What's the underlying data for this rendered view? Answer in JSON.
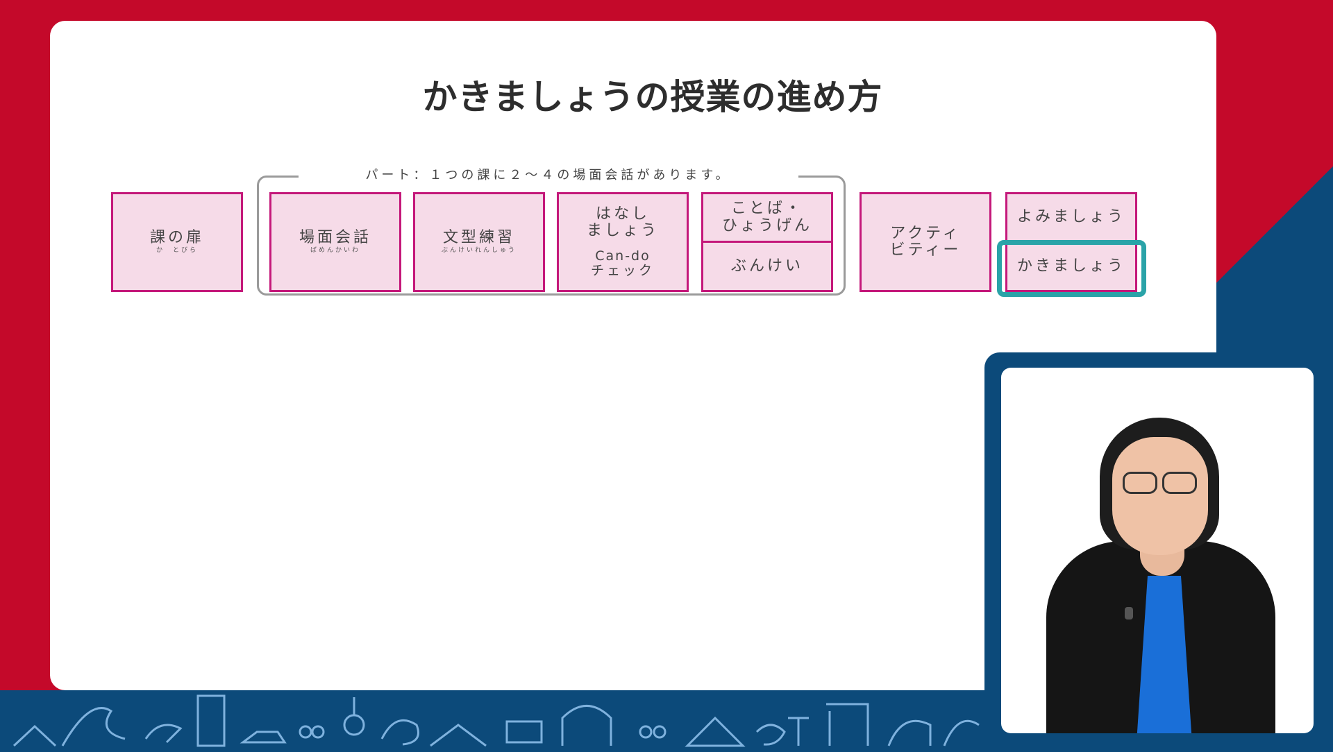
{
  "slide": {
    "title": "かきましょうの授業の進め方"
  },
  "diagram": {
    "bracket_label": "パート：１つの課に２〜４の場面会話があります。",
    "boxes": {
      "ka_no_tobira": {
        "label": "課の扉",
        "ruby": "か　とびら"
      },
      "bamen_kaiwa": {
        "label": "場面会話",
        "ruby": "ばめんかいわ"
      },
      "bunkei_renshuu": {
        "label": "文型練習",
        "ruby": "ぶんけいれんしゅう"
      },
      "hanashimashou": {
        "line1": "はなし",
        "line2": "ましょう",
        "line3": "Can-do",
        "line4": "チェック"
      },
      "kotoba": {
        "line1": "ことば・",
        "line2": "ひょうげん"
      },
      "bunkei": {
        "label": "ぶんけい"
      },
      "activity": {
        "line1": "アクティ",
        "line2": "ビティー"
      },
      "yomimashou": {
        "label": "よみましょう"
      },
      "kakimashou": {
        "label": "かきましょう"
      }
    }
  },
  "colors": {
    "box_fill": "#f6dbe8",
    "box_border": "#c4187a",
    "highlight": "#2aa3a8",
    "brand_red": "#c4092a",
    "brand_blue": "#0c4a7a"
  }
}
